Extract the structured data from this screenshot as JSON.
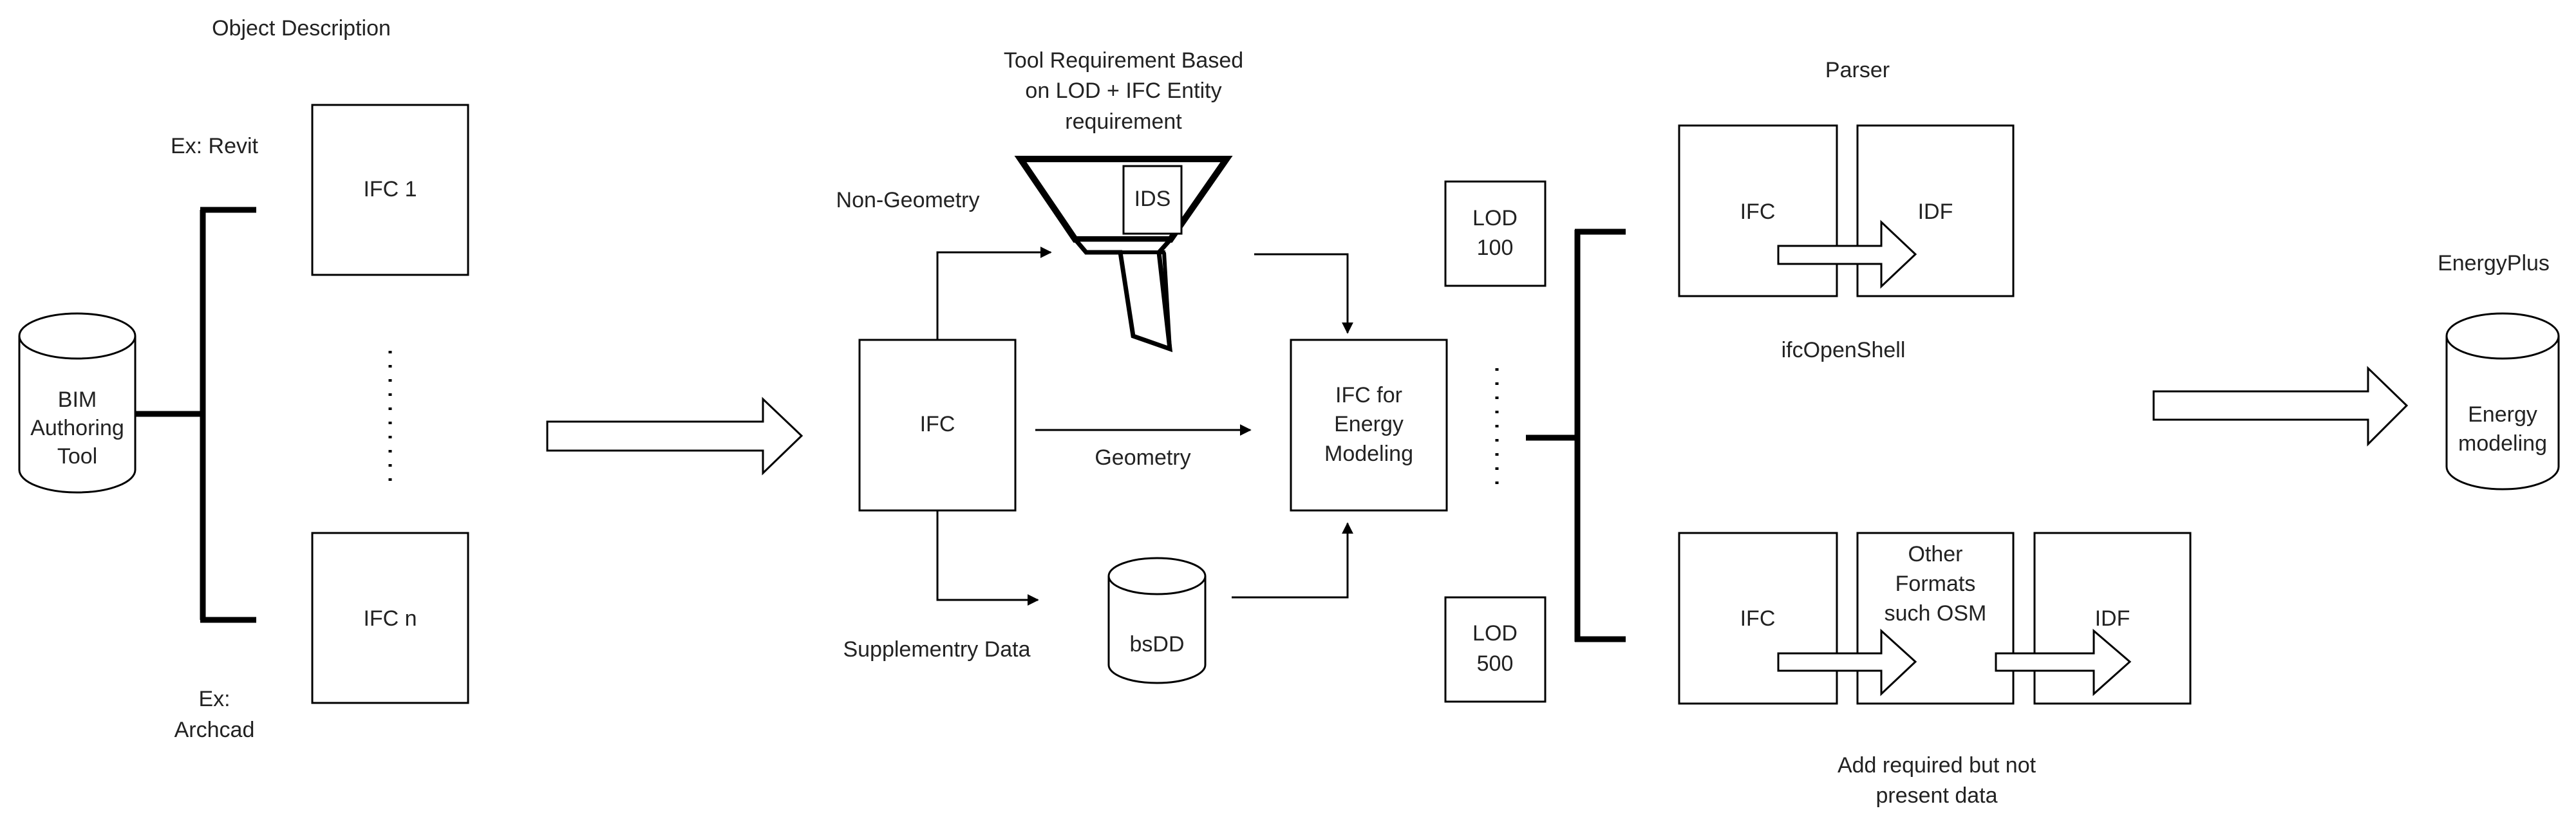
{
  "labels": {
    "object_description": "Object Description",
    "ex_revit": "Ex: Revit",
    "ex_archcad_1": "Ex:",
    "ex_archcad_2": "Archcad",
    "ifc1": "IFC 1",
    "ifcn": "IFC n",
    "bim_1": "BIM",
    "bim_2": "Authoring",
    "bim_3": "Tool",
    "tool_req_1": "Tool Requirement Based",
    "tool_req_2": "on LOD + IFC Entity",
    "tool_req_3": "requirement",
    "non_geometry": "Non-Geometry",
    "ids": "IDS",
    "ifc_center": "IFC",
    "geometry": "Geometry",
    "supplementary": "Supplementry Data",
    "bsdd": "bsDD",
    "ifc_energy_1": "IFC for",
    "ifc_energy_2": "Energy",
    "ifc_energy_3": "Modeling",
    "lod100_1": "LOD",
    "lod100_2": "100",
    "lod500_1": "LOD",
    "lod500_2": "500",
    "parser": "Parser",
    "parser_ifc": "IFC",
    "parser_idf": "IDF",
    "ifcopenshell": "ifcOpenShell",
    "other_ifc": "IFC",
    "other_formats_1": "Other",
    "other_formats_2": "Formats",
    "other_formats_3": "such OSM",
    "other_idf": "IDF",
    "add_req_1": "Add required but not",
    "add_req_2": "present data",
    "energyplus": "EnergyPlus",
    "energy_1": "Energy",
    "energy_2": "modeling"
  }
}
